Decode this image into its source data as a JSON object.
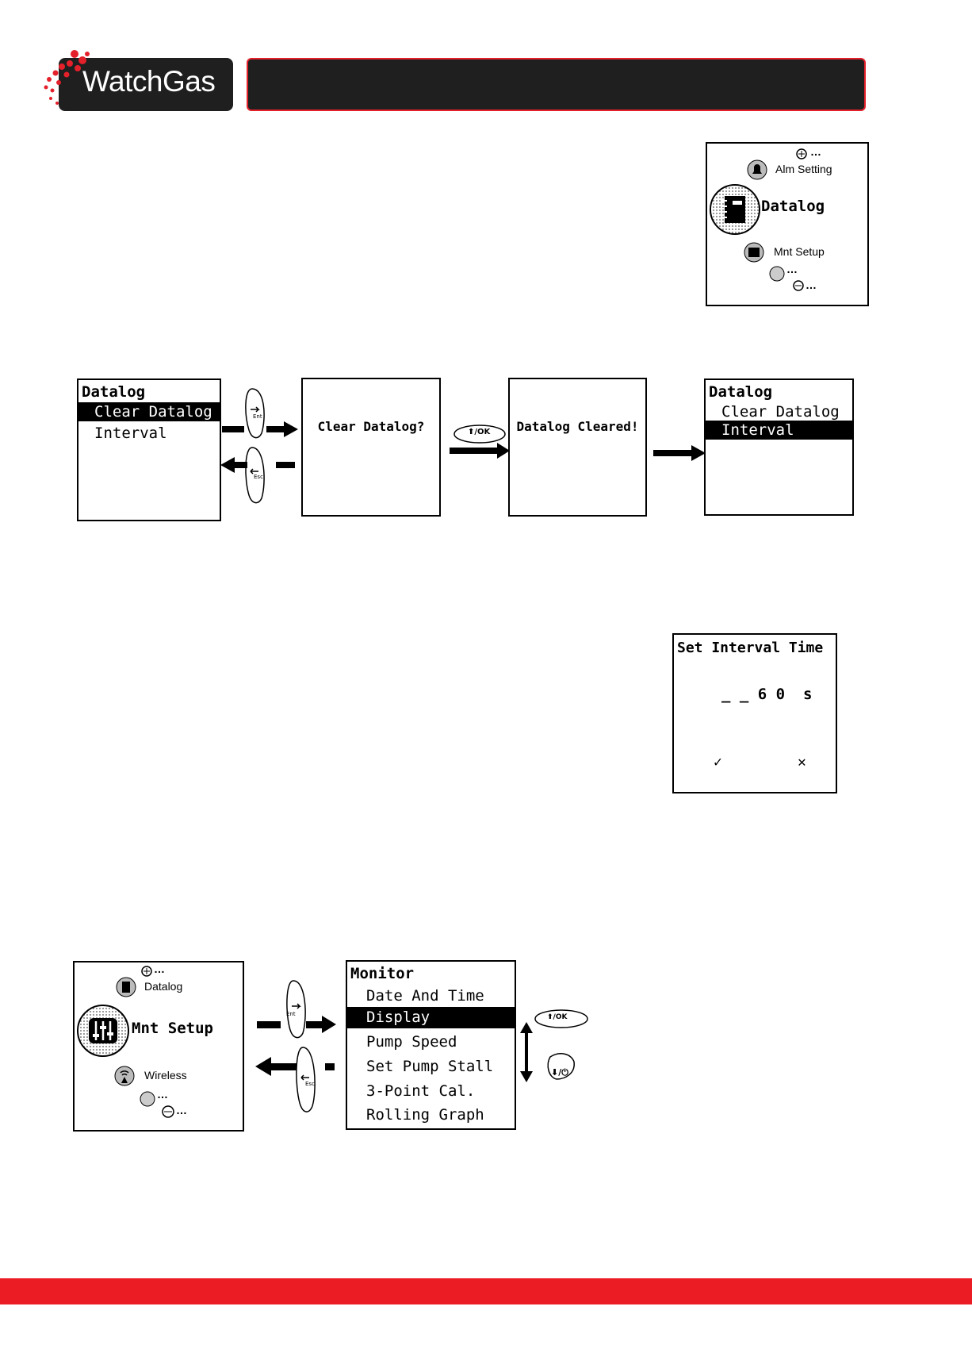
{
  "brand": {
    "logo_text": "WatchGas",
    "accent": "#e4202a",
    "dark": "#1f1f1f"
  },
  "main_menu_1": {
    "top_dots": "…",
    "prev_item": "Alm Setting",
    "current_item": "Datalog",
    "next_item": "Mnt Setup",
    "dots_a": "…",
    "dots_b": "…",
    "icons": [
      "alarm-bell-icon",
      "datalog-notebook-icon",
      "maintenance-setup-icon"
    ]
  },
  "datalog_flow": {
    "screen1": {
      "title": "Datalog",
      "items": [
        "Clear Datalog",
        "Interval"
      ],
      "selected": 0
    },
    "enter_key": "Ent",
    "esc_key": "Esc",
    "screen2": {
      "text": "Clear Datalog?"
    },
    "ok_key": "⬆/OK",
    "screen3": {
      "text": "Datalog Cleared!"
    },
    "screen4": {
      "title": "Datalog",
      "items": [
        "Clear Datalog",
        "Interval"
      ],
      "selected": 1
    }
  },
  "interval_screen": {
    "title": "Set Interval Time",
    "value": "_ _ 6 0  s",
    "confirm": "✓",
    "cancel": "✕"
  },
  "main_menu_2": {
    "top_dots": "…",
    "prev_item": "Datalog",
    "current_item": "Mnt Setup",
    "next_item": "Wireless",
    "dots_a": "…",
    "dots_b": "…"
  },
  "monitor_flow": {
    "enter_key": "Ent",
    "esc_key": "Esc",
    "screen": {
      "title": "Monitor",
      "items": [
        "Date And Time",
        "Display",
        "Pump Speed",
        "Set Pump Stall",
        "3-Point Cal.",
        "Rolling Graph"
      ],
      "selected": 1
    },
    "up_key": "⬆/OK",
    "down_key": "⬇/⏻"
  }
}
